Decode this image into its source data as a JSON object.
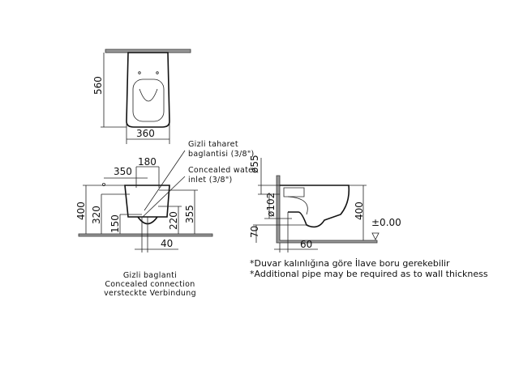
{
  "top_view": {
    "depth": "560",
    "width": "360"
  },
  "front_view": {
    "dims": {
      "d350": "350",
      "d180": "180",
      "d400": "400",
      "d320": "320",
      "d150": "150",
      "d220": "220",
      "d355": "355",
      "d40": "40"
    },
    "callout_bidet": [
      "Gizli taharet",
      "baglantisi (3/8\")"
    ],
    "callout_water": [
      "Concealed water",
      "inlet (3/8\")"
    ],
    "caption": [
      "Gizli baglanti",
      "Concealed connection",
      "versteckte Verbindung"
    ]
  },
  "side_view": {
    "d55": "ø55",
    "d102": "ø102",
    "d70": "70",
    "d400": "400",
    "level": "±0.00",
    "d60": "60"
  },
  "notes": [
    "*Duvar kalınlığına göre İlave boru gerekebilir",
    "*Additional pipe may be required as to wall thickness"
  ]
}
